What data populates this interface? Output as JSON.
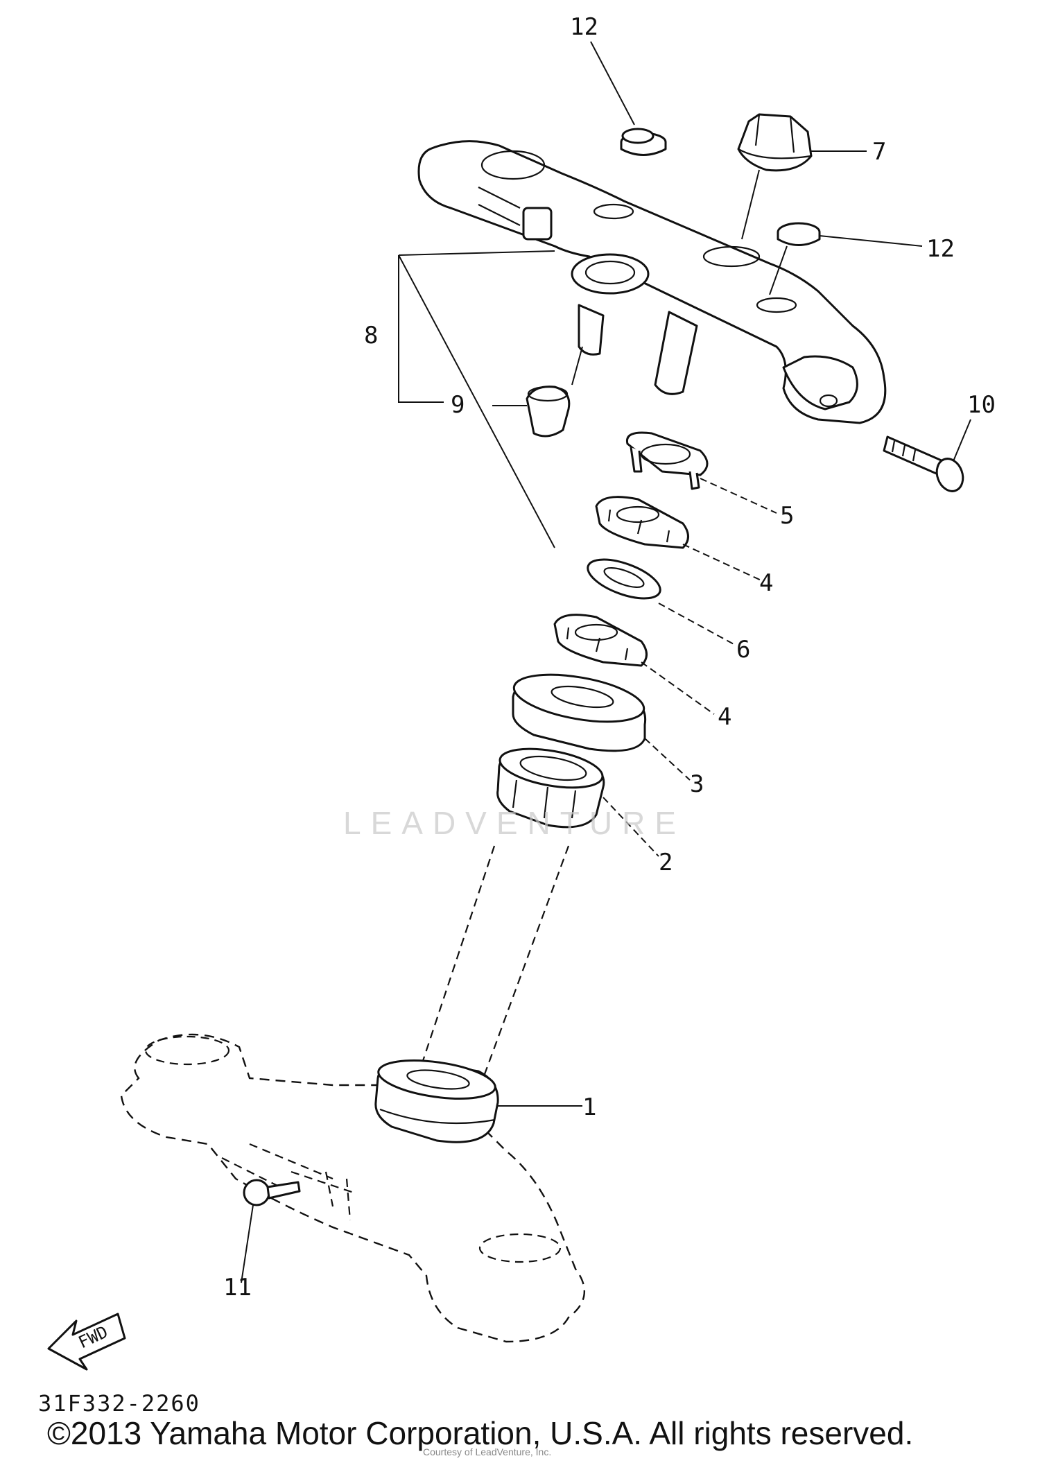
{
  "diagram": {
    "callouts": [
      "12",
      "7",
      "12",
      "8",
      "9",
      "10",
      "5",
      "4",
      "6",
      "4",
      "3",
      "2",
      "1",
      "11"
    ],
    "fwd_label": "FWD"
  },
  "footer": {
    "diagram_code": "31F332-2260",
    "copyright": "©2013 Yamaha Motor Corporation, U.S.A. All rights reserved.",
    "watermark": "LEADVENTURE",
    "fineprint": "Courtesy of LeadVenture, Inc."
  }
}
